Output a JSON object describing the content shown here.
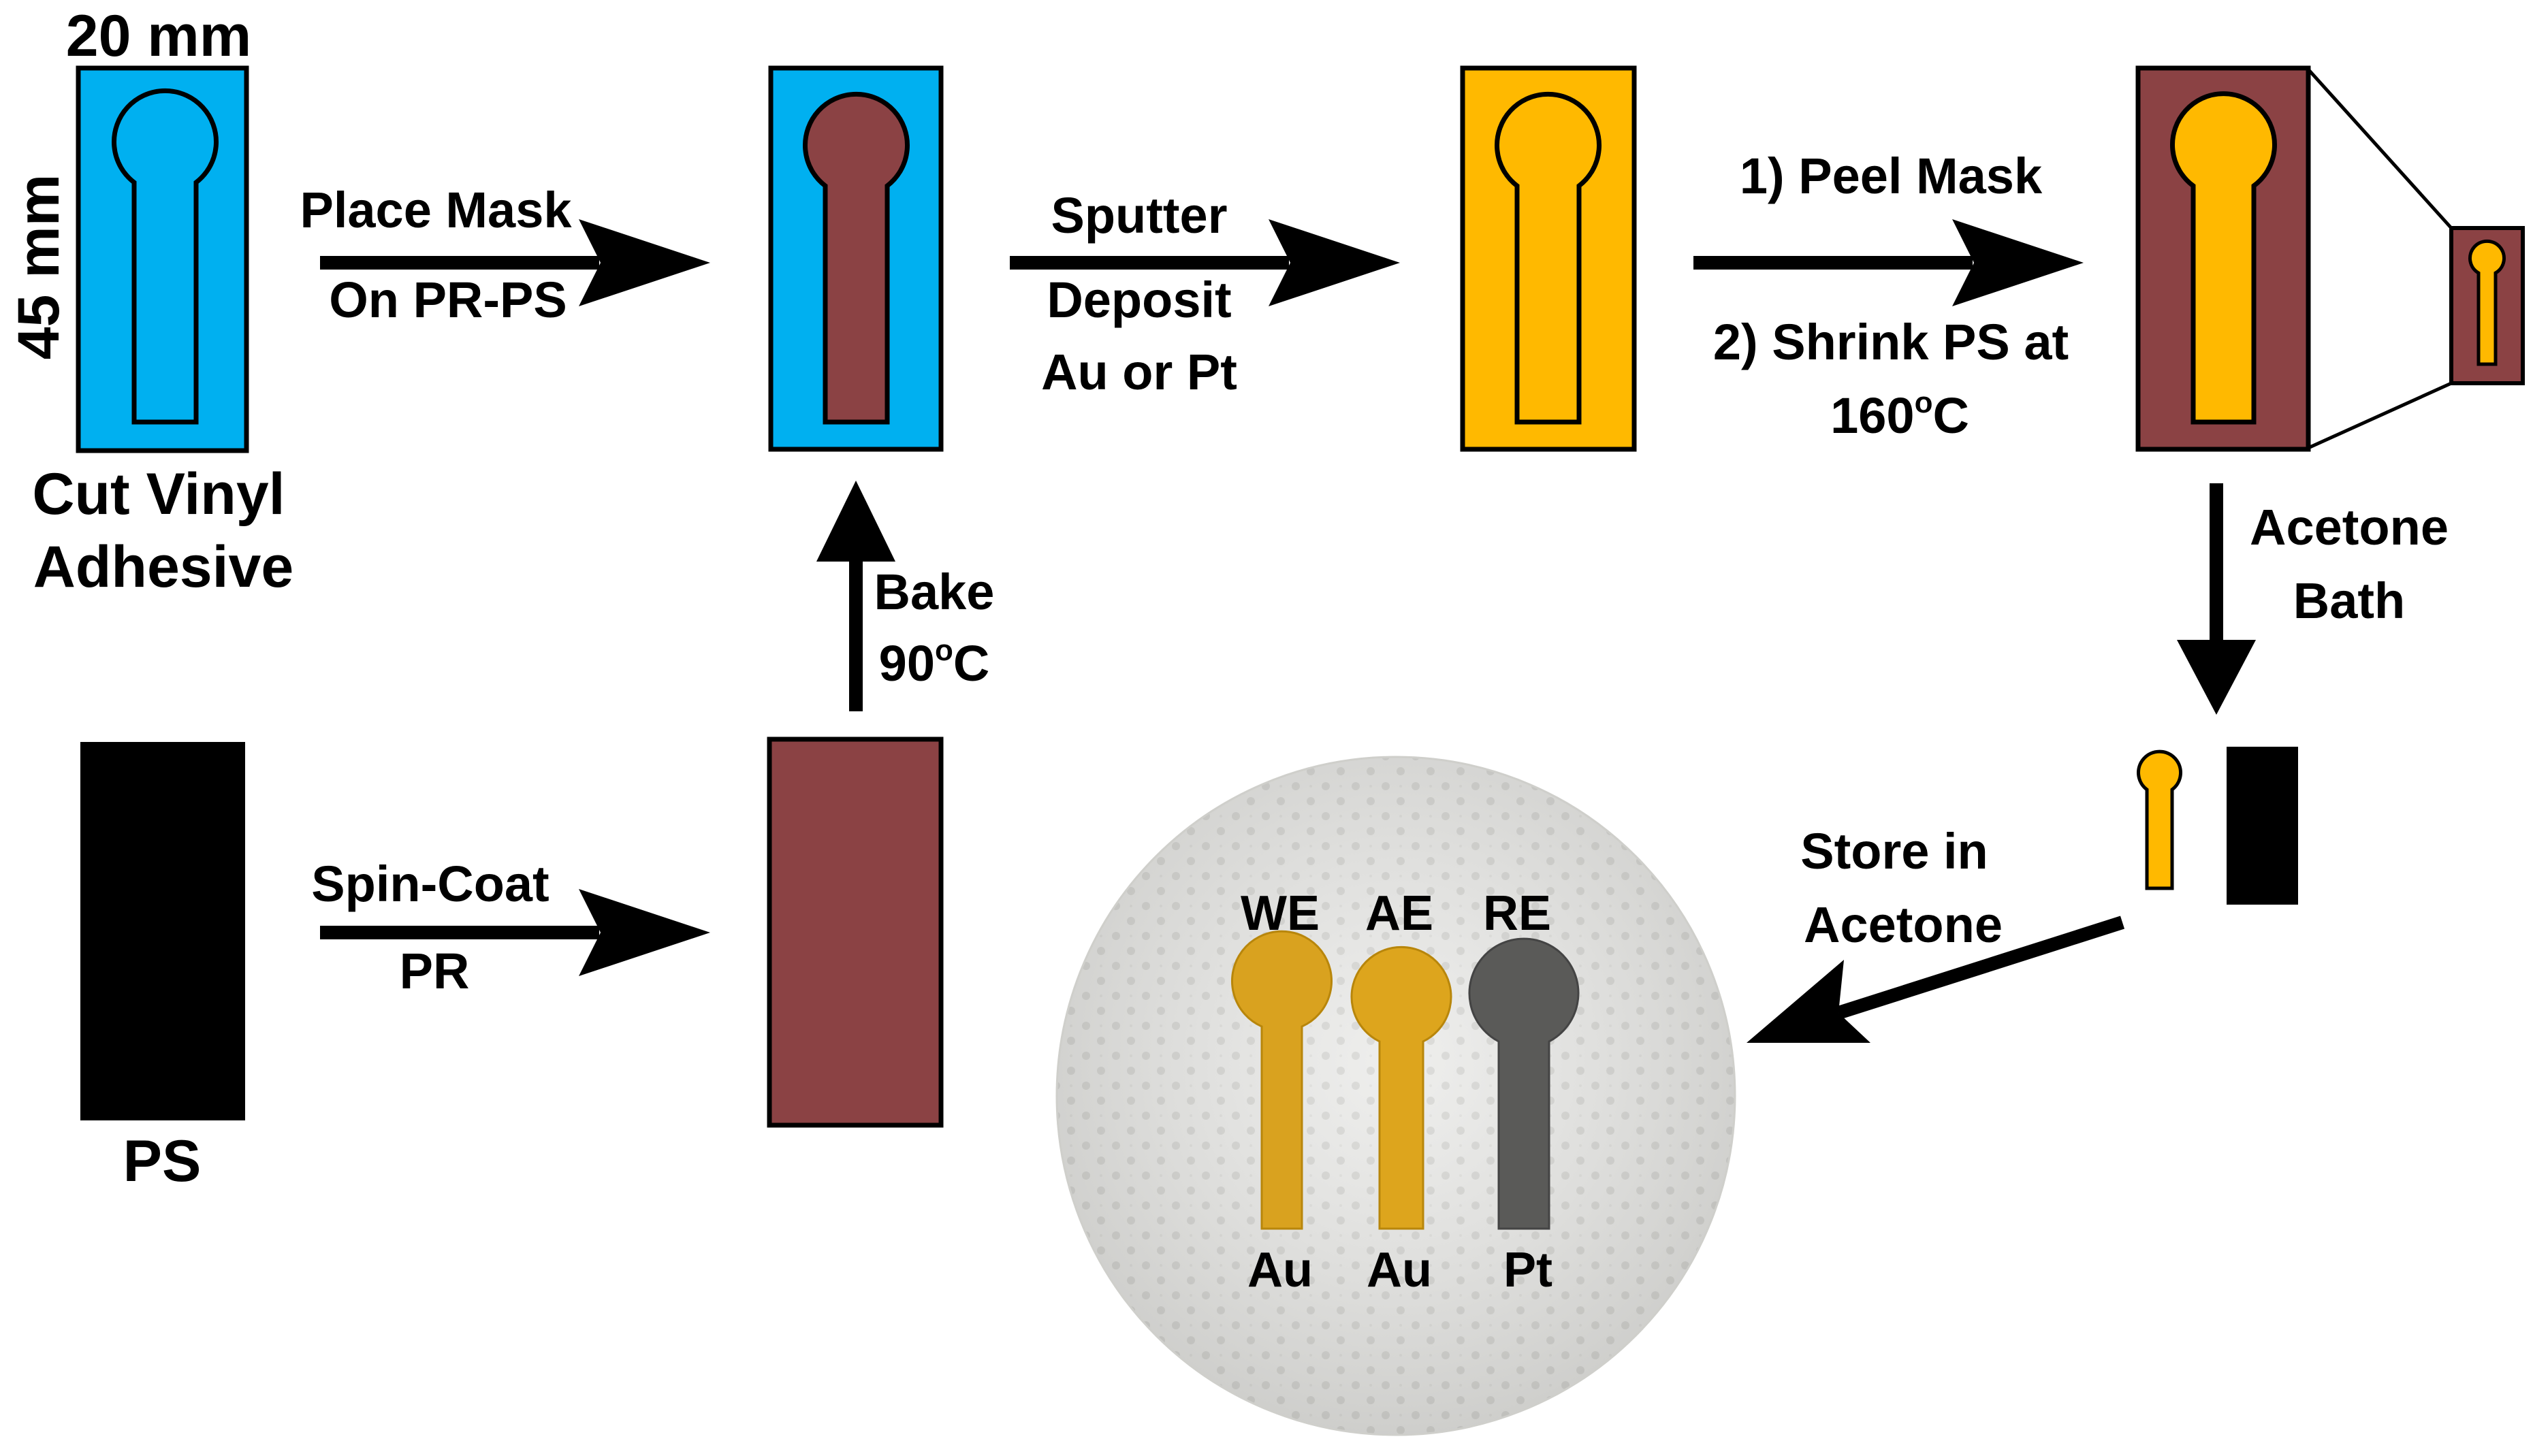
{
  "colors": {
    "vinyl_blue": "#00B0F0",
    "photoresist_brown": "#8B4244",
    "gold": "#FFB900",
    "polystyrene_black": "#000000",
    "photo_background": "#E9E9E7",
    "gold_electrode": "#D9A21F",
    "platinum_electrode": "#5A5A58"
  },
  "dimensions": {
    "width_label": "20 mm",
    "height_label": "45 mm"
  },
  "steps": {
    "cut_vinyl": {
      "line1": "Cut Vinyl",
      "line2": "Adhesive"
    },
    "ps": {
      "label": "PS"
    },
    "place_mask": {
      "line1": "Place Mask",
      "line2": "On PR-PS"
    },
    "spin_coat": {
      "line1": "Spin-Coat",
      "line2": "PR"
    },
    "bake": {
      "line1": "Bake",
      "line2": "90",
      "line2_sup": "o",
      "line2_end": "C"
    },
    "sputter": {
      "line1": "Sputter",
      "line2": "Deposit",
      "line3": "Au or Pt"
    },
    "peel_shrink": {
      "line1": "1) Peel Mask",
      "line2": "2) Shrink PS at",
      "line3": "160",
      "line3_sup": "o",
      "line3_end": "C"
    },
    "acetone_bath": {
      "line1": "Acetone",
      "line2": "Bath"
    },
    "store": {
      "line1": "Store in",
      "line2": "Acetone"
    }
  },
  "photo": {
    "electrodes": [
      {
        "top": "WE",
        "bottom": "Au",
        "material_color": "gold"
      },
      {
        "top": "AE",
        "bottom": "Au",
        "material_color": "gold"
      },
      {
        "top": "RE",
        "bottom": "Pt",
        "material_color": "platinum"
      }
    ]
  }
}
